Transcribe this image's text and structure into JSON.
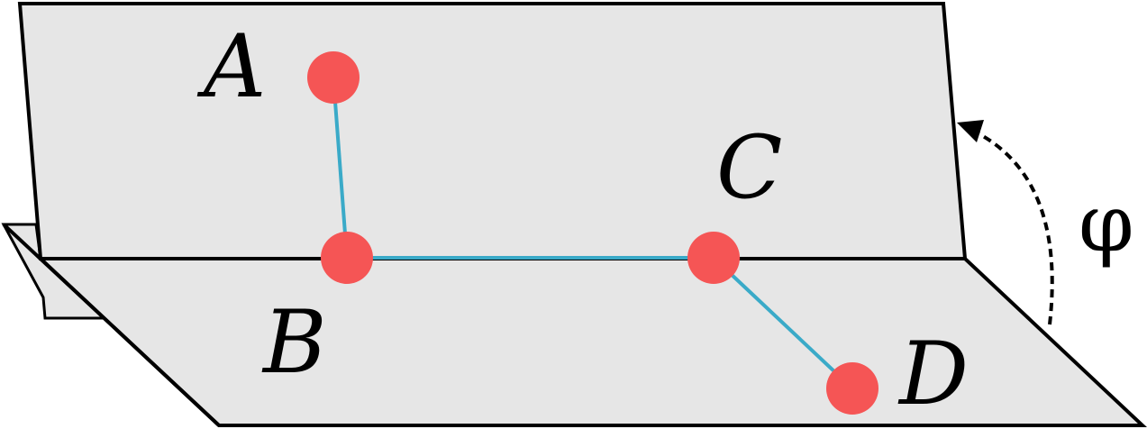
{
  "diagram": {
    "points": [
      {
        "id": "A",
        "label": "A"
      },
      {
        "id": "B",
        "label": "B"
      },
      {
        "id": "C",
        "label": "C"
      },
      {
        "id": "D",
        "label": "D"
      }
    ],
    "segments": [
      {
        "from": "A",
        "to": "B"
      },
      {
        "from": "B",
        "to": "C"
      },
      {
        "from": "C",
        "to": "D"
      }
    ],
    "angle_label": "φ",
    "colors": {
      "plane_fill": "#e6e6e6",
      "plane_stroke": "#000000",
      "segment": "#3aaac8",
      "point": "#f55555",
      "arrow": "#000000"
    }
  }
}
